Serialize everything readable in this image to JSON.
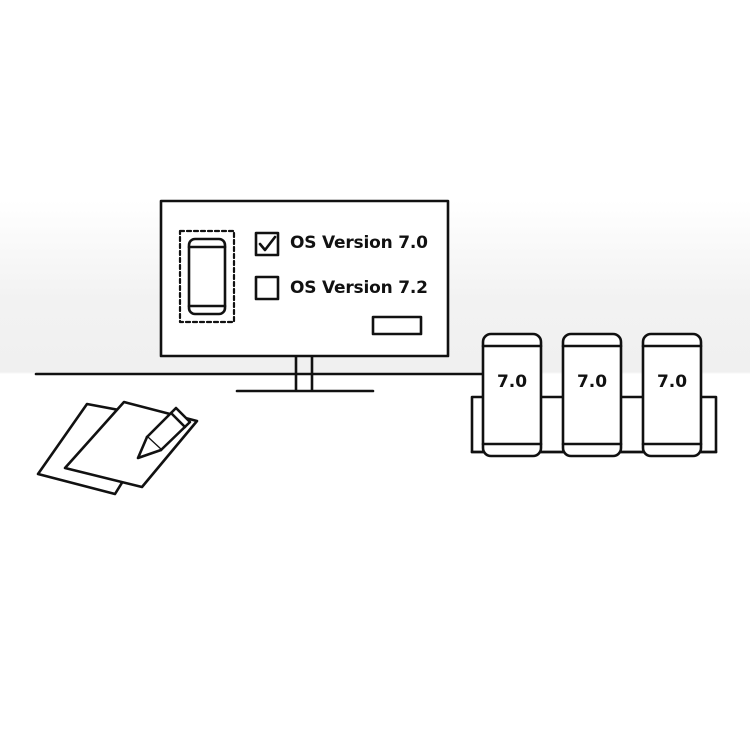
{
  "monitor": {
    "options": [
      {
        "label": "OS Version 7.0",
        "checked": true
      },
      {
        "label": "OS Version 7.2",
        "checked": false
      }
    ]
  },
  "dock": {
    "phones": [
      {
        "version": "7.0"
      },
      {
        "version": "7.0"
      },
      {
        "version": "7.0"
      }
    ]
  },
  "colors": {
    "line": "#111111",
    "background": "#ffffff"
  }
}
